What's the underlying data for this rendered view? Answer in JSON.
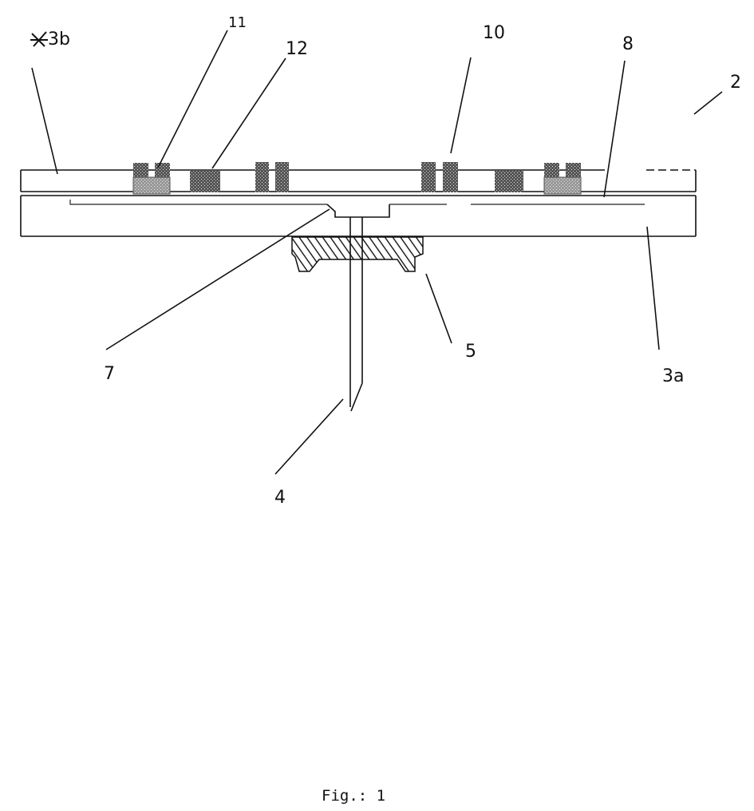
{
  "figure": {
    "caption": "Fig.: 1",
    "labels": {
      "label_3b": "3b",
      "label_11": "11",
      "label_12": "12",
      "label_10": "10",
      "label_8": "8",
      "label_2": "2",
      "label_7": "7",
      "label_5": "5",
      "label_3a": "3a",
      "label_4": "4"
    }
  }
}
